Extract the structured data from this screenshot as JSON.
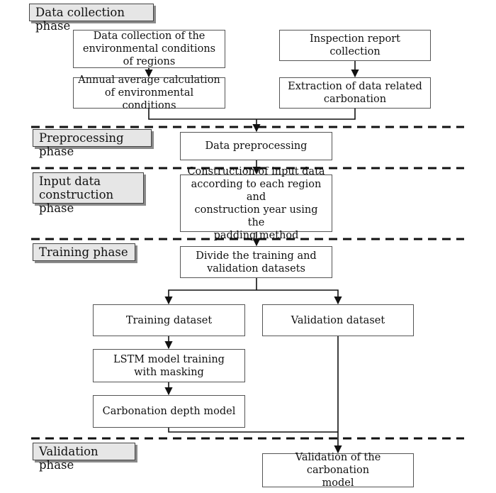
{
  "colors": {
    "line": "#111111",
    "phase_fill": "#e6e6e6",
    "box_border": "#555555"
  },
  "phases": {
    "collection": "Data collection phase",
    "preprocessing": "Preprocessing  phase",
    "input": "Input data\nconstruction phase",
    "training": "Training phase",
    "validation": "Validation phase"
  },
  "boxes": {
    "env_collection": "Data collection of the\nenvironmental conditions\nof regions",
    "inspection_collection": "Inspection report collection",
    "annual_average": "Annual average calculation\nof environmental conditions",
    "extraction": "Extraction of data related\ncarbonation",
    "preprocessing": "Data preprocessing",
    "input_construction": "Construction of input data\naccording to each region and\nconstruction year using the\npadding method",
    "divide": "Divide the training and\nvalidation datasets",
    "training_dataset": "Training  dataset",
    "validation_dataset": "Validation  dataset",
    "lstm_training": "LSTM model training\nwith masking",
    "carbonation_model": "Carbonation depth model",
    "validation_model": "Validation  of the carbonation\nmodel"
  }
}
